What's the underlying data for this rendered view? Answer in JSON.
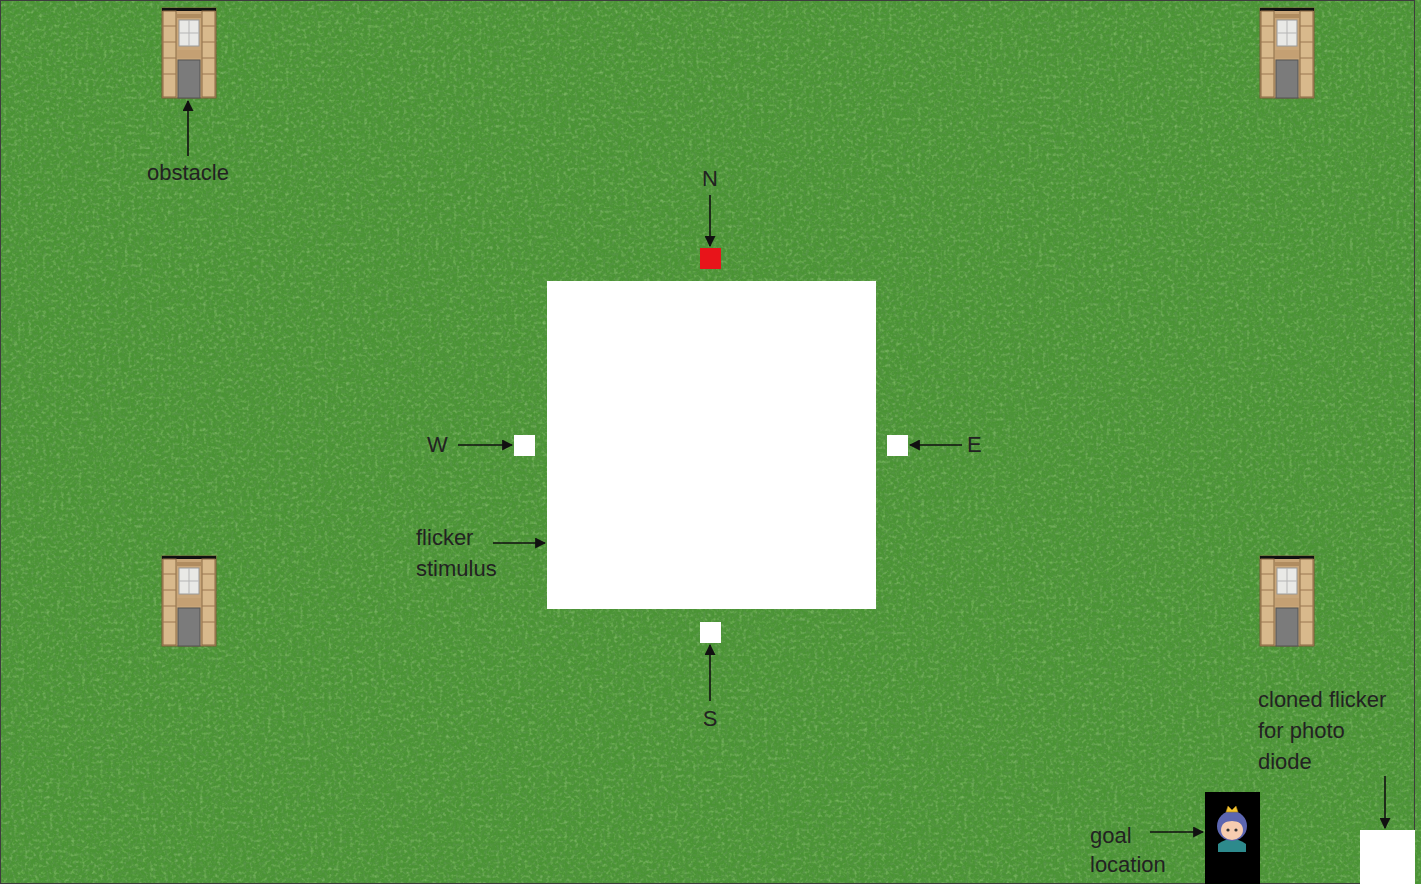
{
  "diagram": {
    "labels": [
      "obstacle",
      "N",
      "W",
      "E",
      "flicker stimulus",
      "S",
      "cloned flicker for photo diode",
      "goal location"
    ]
  }
}
